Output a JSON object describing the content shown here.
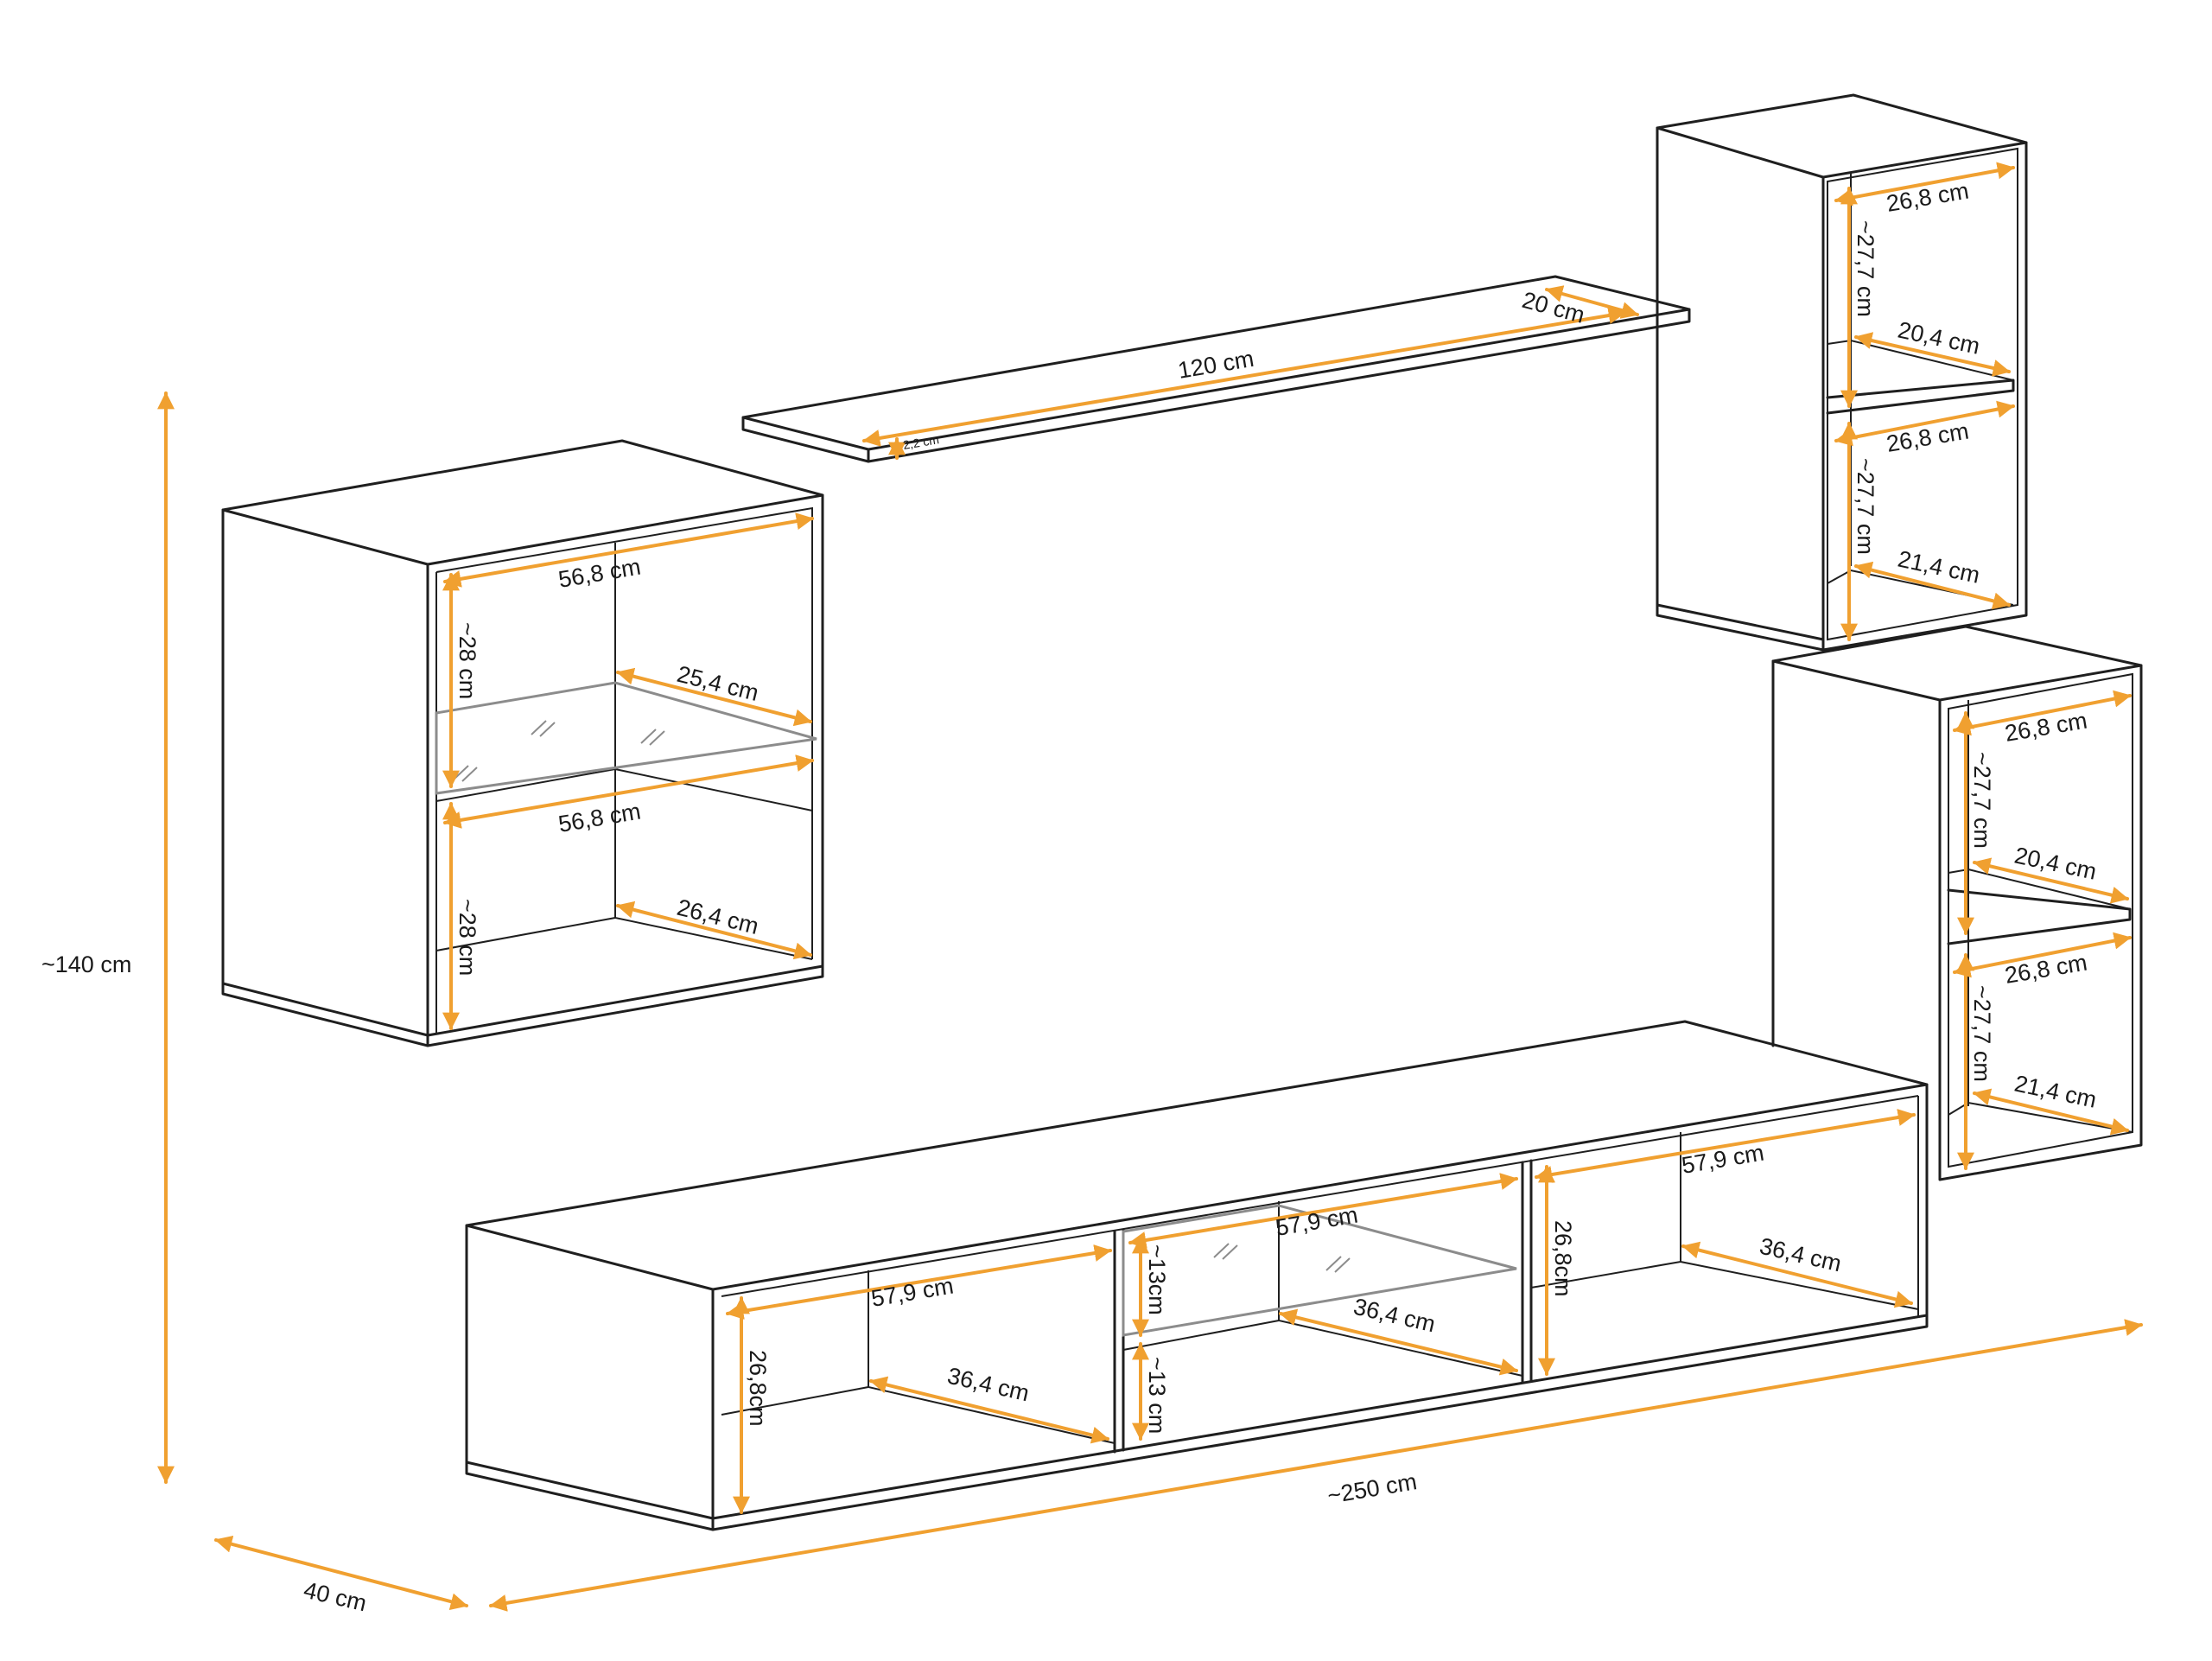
{
  "colors": {
    "outline": "#1f1f1f",
    "dimension": "#f0a030",
    "glass": "#8c8c8c",
    "background": "#ffffff"
  },
  "overall": {
    "height": "~140 cm",
    "depth": "40 cm",
    "width": "~250 cm"
  },
  "shelf": {
    "length": "120 cm",
    "depth": "20 cm",
    "thickness": "2,2 cm"
  },
  "left_cabinet": {
    "top_width": "56,8 cm",
    "top_height": "~28 cm",
    "top_depth": "25,4 cm",
    "bottom_width": "56,8 cm",
    "bottom_height": "~28 cm",
    "bottom_depth": "26,4 cm"
  },
  "right_tall_cabinet": {
    "top_width": "26,8 cm",
    "top_height": "~27,7 cm",
    "top_depth": "20,4 cm",
    "bottom_width": "26,8 cm",
    "bottom_height": "~27,7 cm",
    "bottom_depth": "21,4 cm"
  },
  "right_low_cabinet": {
    "top_width": "26,8 cm",
    "top_height": "~27,7 cm",
    "top_depth": "20,4 cm",
    "bottom_width": "26,8 cm",
    "bottom_height": "~27,7 cm",
    "bottom_depth": "21,4 cm"
  },
  "tv_unit": {
    "left_width": "57,9 cm",
    "left_height": "26,8cm",
    "left_depth": "36,4 cm",
    "middle_width": "57,9 cm",
    "middle_top_height": "~13cm",
    "middle_bottom_height": "~13 cm",
    "middle_depth": "36,4 cm",
    "right_width": "57,9 cm",
    "right_height": "26,8cm",
    "right_depth": "36,4 cm"
  }
}
